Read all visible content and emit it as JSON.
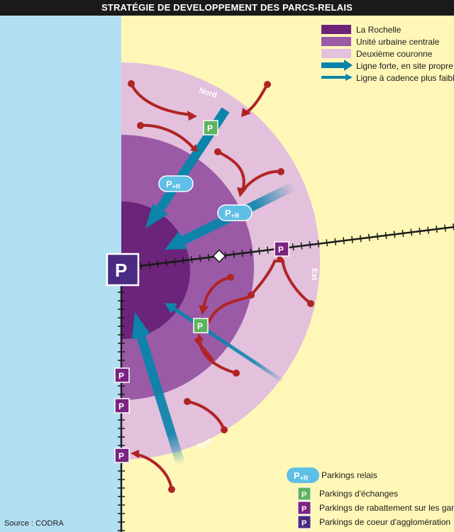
{
  "title": "STRATÉGIE DE DEVELOPPEMENT DES PARCS-RELAIS",
  "colors": {
    "sea": "#b3dff2",
    "land": "#fff7b8",
    "la_rochelle": "#6c237a",
    "unite_urbaine": "#9a5aa6",
    "deuxieme_couronne": "#e3c0dc",
    "ligne_forte": "#0a84ab",
    "p_relais": "#5fbfe6",
    "p_echanges": "#5fb35f",
    "p_gares": "#7a2380",
    "p_coeur": "#4a2a82",
    "arrow_red": "#b02424",
    "rail": "#1a1a1a"
  },
  "legend_top": [
    {
      "label": "La Rochelle",
      "icon": "zone-swatch-dark"
    },
    {
      "label": "Unité urbaine centrale",
      "icon": "zone-swatch-medium"
    },
    {
      "label": "Deuxième couronne",
      "icon": "zone-swatch-light"
    },
    {
      "label": "Ligne forte, en site propre",
      "icon": "thick-blue-arrow"
    },
    {
      "label": "Ligne à cadence plus faible",
      "icon": "thin-blue-arrow"
    }
  ],
  "legend_bottom": [
    {
      "label": "Parkings relais",
      "icon": "p-relais-pill"
    },
    {
      "label": "Parkings d'échanges",
      "icon": "p-green-square"
    },
    {
      "label": "Parkings de rabattement sur les gares",
      "icon": "p-purple-square"
    },
    {
      "label": "Parkings de coeur d'agglomération",
      "icon": "p-dark-purple-square"
    }
  ],
  "parking_relais_symbol": {
    "main": "P",
    "sub": "+R"
  },
  "parking_symbol": "P",
  "zone_labels": {
    "nord": "Nord",
    "est": "Est",
    "sud": "Sud"
  },
  "source": "Source :  CODRA"
}
